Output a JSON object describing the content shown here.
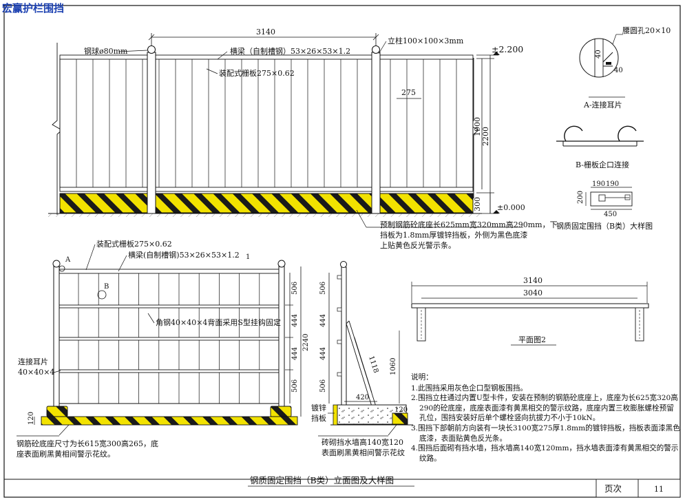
{
  "brand": "宏赢护栏围挡",
  "elevation": {
    "dim_span": "3140",
    "steel_ball": "钢球ø80mm",
    "beam": "横梁（自制槽钢）53×26×53×1.2",
    "post": "立柱100×100×3mm",
    "panel": "装配式栅板275×0.62",
    "dim_panel": "275",
    "level_top": "±2.200",
    "level_zero": "±0.000",
    "dim_1900": "1900",
    "dim_2200": "2200",
    "dim_300": "300",
    "base_note": [
      "预制钢筋砼底座长625mm宽320mm高290mm，下",
      "挡板为1.8mm厚镀锌挡板，外侧为黑色底漆",
      "上贴黄色反光警示条。"
    ]
  },
  "details": {
    "hole": "腰圆孔20×10",
    "d40a": "40",
    "d40b": "40",
    "a_title": "A-连接耳片",
    "b_title": "B-栅板企口连接",
    "d190a": "190",
    "d190b": "190",
    "d200": "200",
    "d450": "450",
    "big_title": "钢质固定围挡（B类）大样图"
  },
  "back": {
    "panel": "装配式栅板275×0.62",
    "beam": "横梁(自制槽钢)53×26×53×1.2",
    "mark_1": "1",
    "mark_A": "A",
    "mark_B": "B",
    "angle": "角钢40×40×4背面采用S型挂钩固定",
    "ear": [
      "连接耳片",
      "40×40×4"
    ],
    "d506a": "506",
    "d444a": "444",
    "d444b": "444",
    "d506b": "506",
    "d2240": "2240",
    "d120": "120",
    "base_note": [
      "钢筋砼底座尺寸为长615宽300高265，底",
      "座表面刷黑黄相间警示花纹。"
    ]
  },
  "side": {
    "d506a": "506",
    "d444a": "444",
    "d444b": "444",
    "d506b": "506",
    "d1118": "1118",
    "d1060": "1060",
    "d420": "420",
    "d120": "120",
    "zinc": [
      "镀锌",
      "挡板"
    ],
    "wall_note": [
      "砖砌挡水墙高140宽120",
      "表面刷黑黄相间警示花纹"
    ]
  },
  "plan": {
    "d3140": "3140",
    "d3040": "3040",
    "title": "平面图2"
  },
  "notes": {
    "heading": "说明：",
    "items": [
      "1.此围挡采用灰色企口型钢板围挡。",
      "2.围挡立柱通过内置U型卡件，安装在预制的钢筋砼底座上，底座为长625宽320高290的砼底座，底座表面漆有黄黑相交的警示纹路，底座内置三枚膨胀螺栓预留孔位，围挡安装好后单个螺栓竖向抗拔力不小于10kN。",
      "3.围挡下部朝前方向装有一块长3100宽275厚1.8mm的镀锌挡板，挡板表面漆黑色底漆，表面贴黄色反光条。",
      "4.围挡后面砌有挡水墙，挡水墙高140宽120mm，挡水墙表面漆有黄黑相交的警示纹路。"
    ]
  },
  "footer": {
    "title": "钢质固定围挡（B类）立面图及大样图",
    "page_label": "页次",
    "page_num": "11"
  },
  "colors": {
    "stripe_yellow": "#f2e200",
    "stripe_dark": "#1a1a1a",
    "brand_blue": "#1a3fb0"
  }
}
